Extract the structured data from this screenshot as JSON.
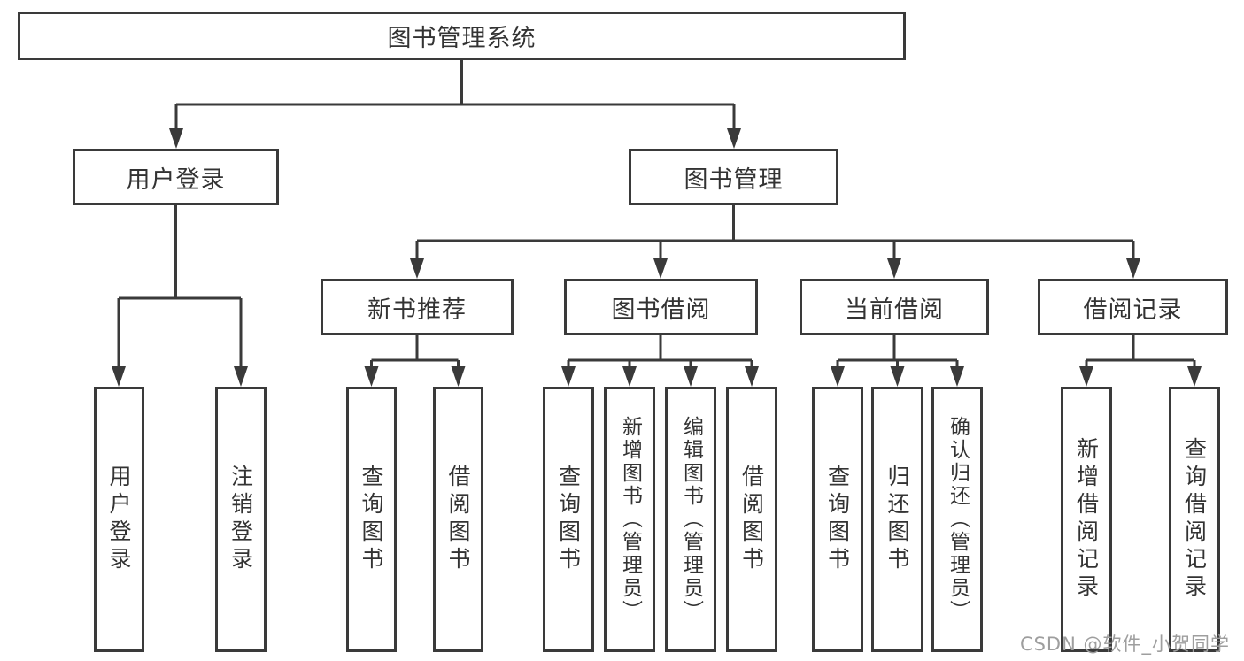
{
  "tree": {
    "label": "图书管理系统",
    "children": [
      {
        "label": "用户登录",
        "children": [
          {
            "label": "用户登录"
          },
          {
            "label": "注销登录"
          }
        ]
      },
      {
        "label": "图书管理",
        "children": [
          {
            "label": "新书推荐",
            "children": [
              {
                "label": "查询图书"
              },
              {
                "label": "借阅图书"
              }
            ]
          },
          {
            "label": "图书借阅",
            "children": [
              {
                "label": "查询图书"
              },
              {
                "label": "新增图书（管理员）"
              },
              {
                "label": "编辑图书（管理员）"
              },
              {
                "label": "借阅图书"
              }
            ]
          },
          {
            "label": "当前借阅",
            "children": [
              {
                "label": "查询图书"
              },
              {
                "label": "归还图书"
              },
              {
                "label": "确认归还（管理员）"
              }
            ]
          },
          {
            "label": "借阅记录",
            "children": [
              {
                "label": "新增借阅记录"
              },
              {
                "label": "查询借阅记录"
              }
            ]
          }
        ]
      }
    ]
  },
  "watermark": "CSDN @软件_小贺同学",
  "colors": {
    "line": "#3a3a3a",
    "text": "#333333",
    "background": "#ffffff",
    "watermark": "#9e9e9e"
  }
}
